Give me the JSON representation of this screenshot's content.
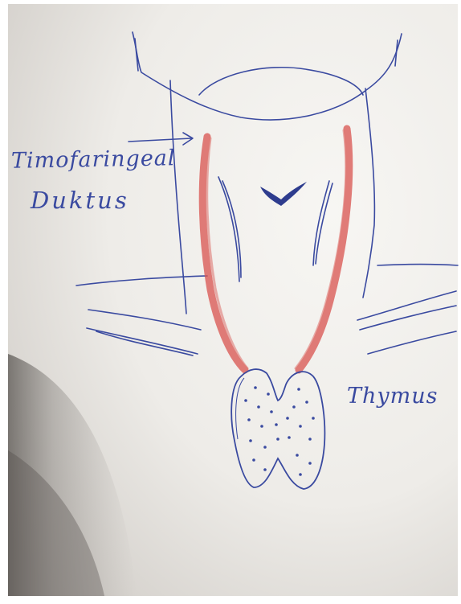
{
  "labels": {
    "duct_line1": "Timofaringeal",
    "duct_line2": "Duktus",
    "thymus": "Thymus"
  },
  "colors": {
    "ink": "#3a4aa0",
    "pencil_red": "#d9534f",
    "paper": "#f3f2ef",
    "shadow": "#6e6a66"
  }
}
